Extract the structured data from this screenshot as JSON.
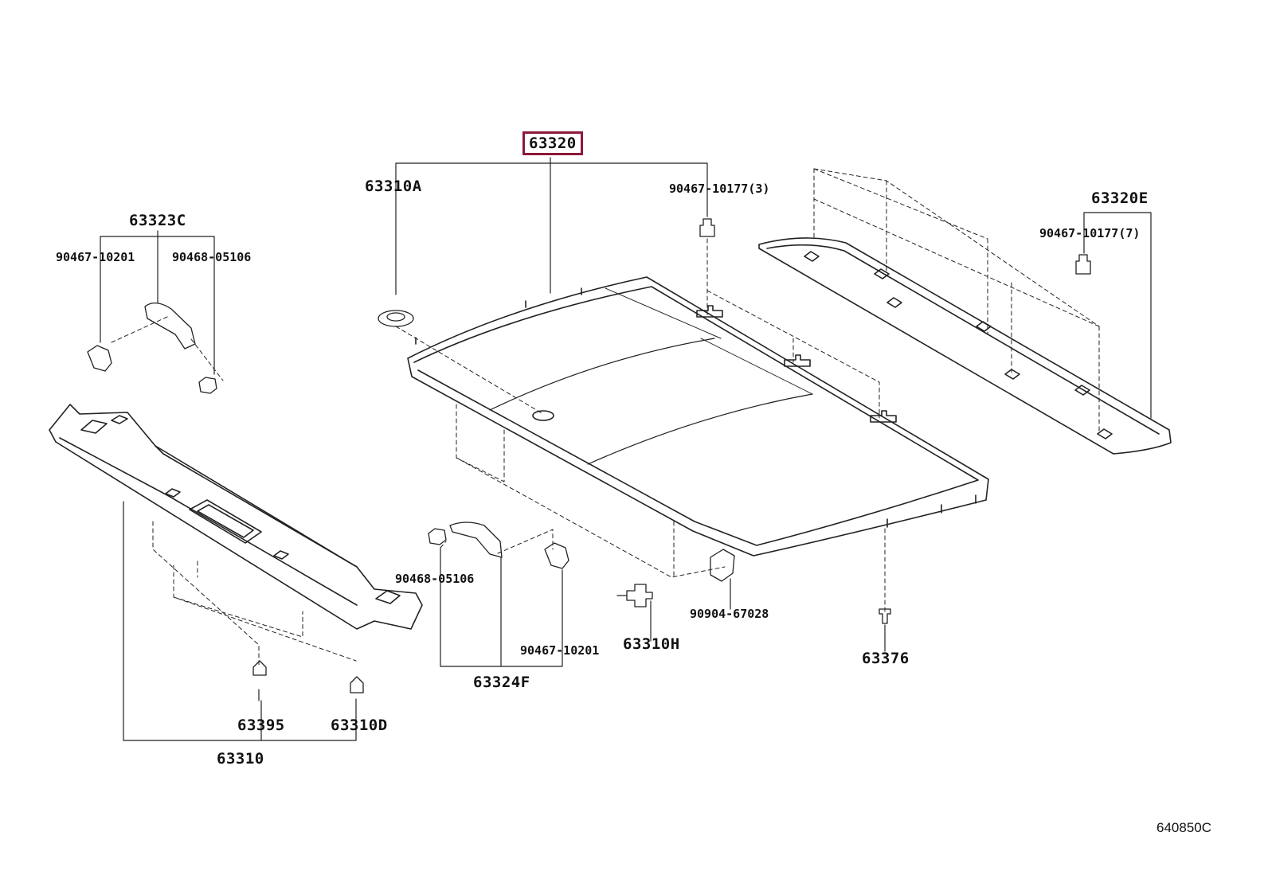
{
  "highlight_color": "#8b1a3a",
  "labels": {
    "p63320": "63320",
    "p63310A": "63310A",
    "p90467_10177_3": "90467-10177(3)",
    "p63320E": "63320E",
    "p90467_10177_7": "90467-10177(7)",
    "p63323C": "63323C",
    "p90467_10201_a": "90467-10201",
    "p90468_05106_a": "90468-05106",
    "p90468_05106_b": "90468-05106",
    "p90467_10201_b": "90467-10201",
    "p63324F": "63324F",
    "p63310H": "63310H",
    "p90904_67028": "90904-67028",
    "p63376": "63376",
    "p63395": "63395",
    "p63310D": "63310D",
    "p63310": "63310"
  },
  "diagram_ref": "640850C"
}
